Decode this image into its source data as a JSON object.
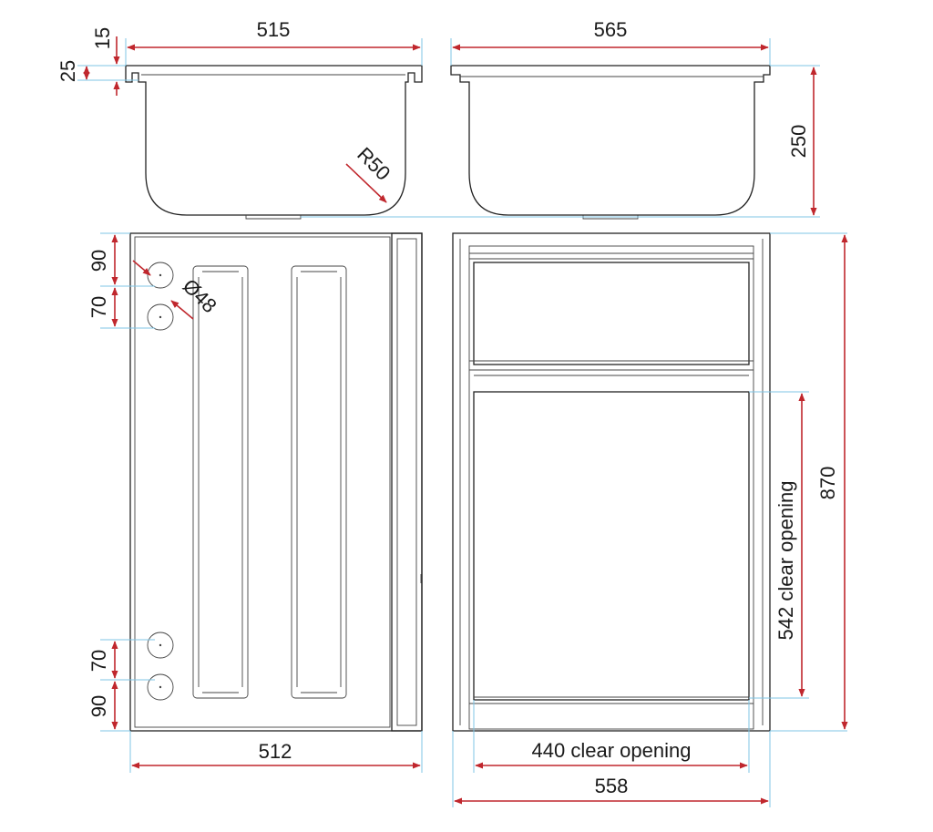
{
  "colors": {
    "dimension": "#c0272d",
    "extension": "#7fc6e6",
    "outline": "#222222"
  },
  "dimensions": {
    "top_width_front": "515",
    "top_width_side": "565",
    "flange_thickness": "15",
    "flange_height": "25",
    "depth": "250",
    "corner_radius": "R50",
    "hole_offset_top": "90",
    "hole_spacing_top": "70",
    "hole_diameter": "Ø48",
    "hole_spacing_bottom": "70",
    "hole_offset_bottom": "90",
    "plan_width_front": "512",
    "clear_opening_height": "542 clear opening",
    "overall_length": "870",
    "clear_opening_width": "440 clear opening",
    "plan_width_side": "558"
  }
}
